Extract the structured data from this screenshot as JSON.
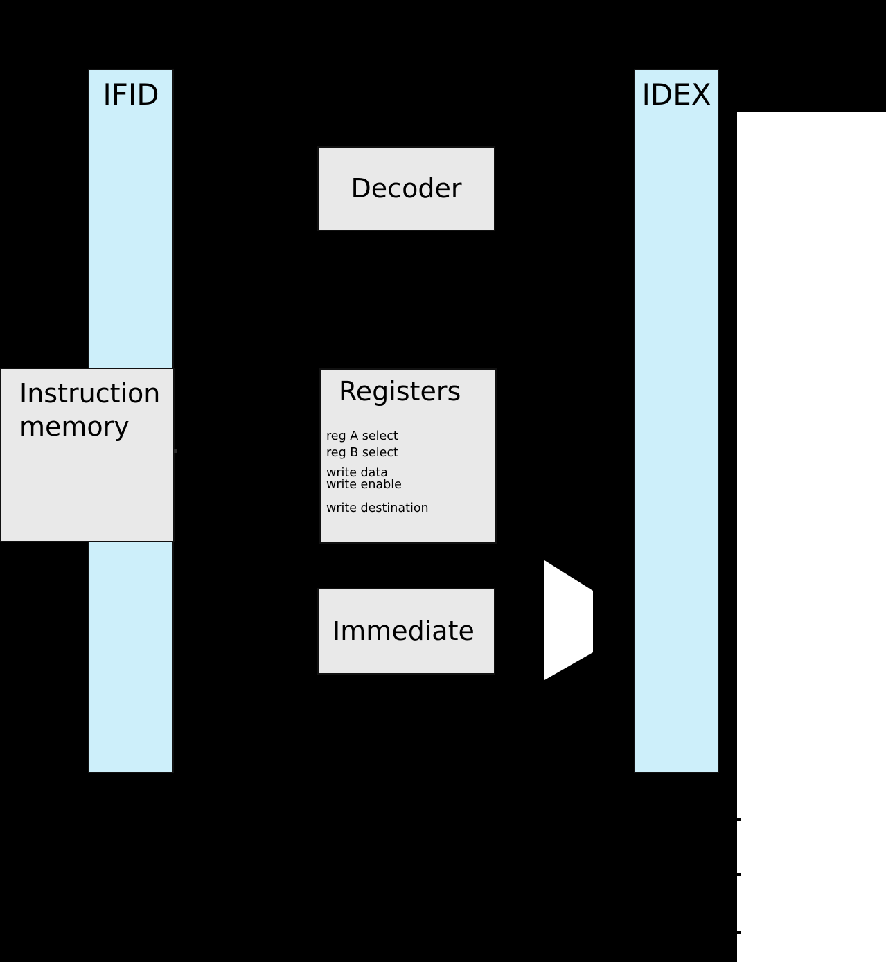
{
  "diagram_title": "",
  "colors": {
    "background": "#000000",
    "stage_background": "#ffffff",
    "pipeline_register_fill": "#cdeffa",
    "block_fill": "#e9e9e9",
    "outline": "#111111",
    "text": "#000000"
  },
  "pipeline_registers": [
    {
      "label": "IFID"
    },
    {
      "label": "IDEX"
    }
  ],
  "blocks": {
    "decoder": {
      "label": "Decoder"
    },
    "instruction_memory": {
      "label": "Instruction memory"
    },
    "registers": {
      "label": "Registers",
      "ports": [
        "reg A select",
        "reg B select",
        "write data",
        "write enable",
        "write destination"
      ]
    },
    "immediate": {
      "label": "Immediate"
    }
  },
  "mux": {
    "shape": "right-pointing trapezoid",
    "fill": "#ffffff"
  }
}
